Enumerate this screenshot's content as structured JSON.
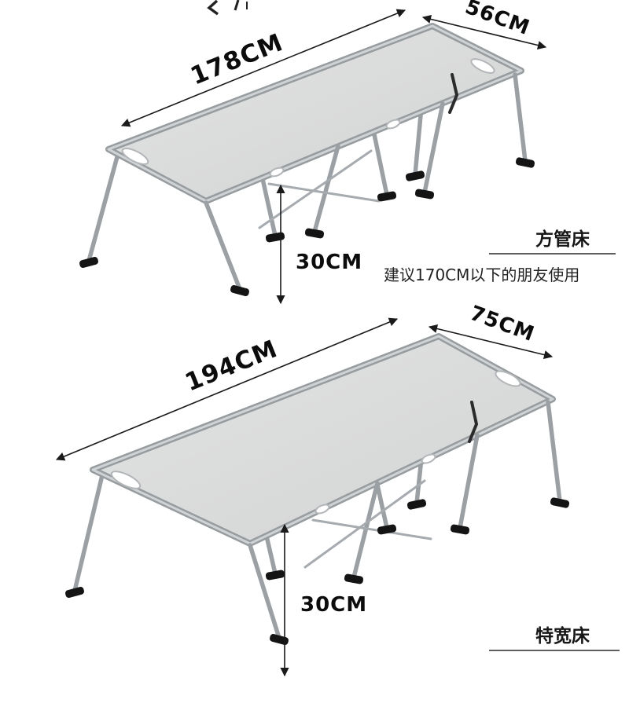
{
  "beds": {
    "top": {
      "length": "178CM",
      "width": "56CM",
      "height": "30CM",
      "name": "方管床",
      "note": "建议170CM以下的朋友使用"
    },
    "bottom": {
      "length": "194CM",
      "width": "75CM",
      "height": "30CM",
      "name": "特宽床"
    }
  },
  "colors": {
    "fabric": "#dcdddd",
    "tube": "#979c9f",
    "feet": "#141414",
    "dimension": "#1a1a1a",
    "background": "#ffffff"
  }
}
